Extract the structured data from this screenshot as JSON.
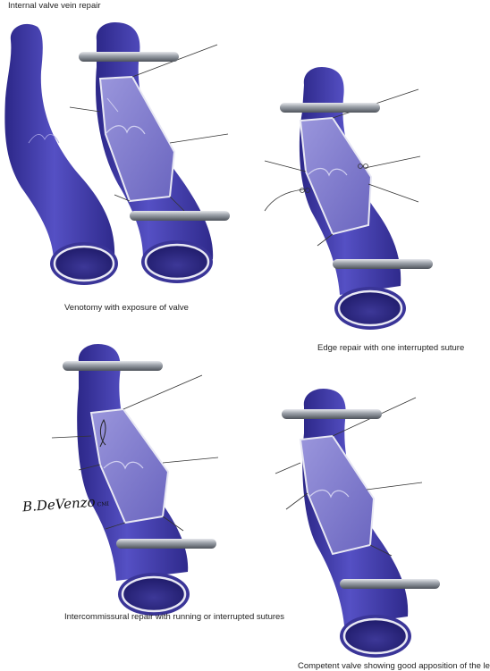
{
  "title": "Internal valve vein repair",
  "panels": [
    {
      "caption": "Venotomy with exposure of valve"
    },
    {
      "caption": "Edge repair with one interrupted suture"
    },
    {
      "caption": "Intercommissural repair with running or interrupted sutures"
    },
    {
      "caption": "Competent valve showing good apposition of the leaflets"
    }
  ],
  "signature": {
    "name": "B.DeVenzo",
    "suffix": "CMI"
  },
  "colors": {
    "vein": "#4b46b8",
    "vein_dark": "#2a2580",
    "vein_light": "#8682d6",
    "lumen": "#7e79c9",
    "clamp": "#9aa0aa",
    "outline": "#e8e8f4",
    "suture": "#333333"
  }
}
